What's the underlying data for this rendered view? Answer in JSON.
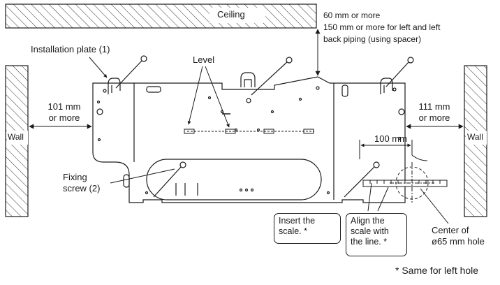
{
  "labels": {
    "ceiling": "Ceiling",
    "ceiling_clearance_1": "60 mm or more",
    "ceiling_clearance_2": "150 mm or more for left and left",
    "ceiling_clearance_3": "back piping (using spacer)",
    "installation_plate": "Installation plate (1)",
    "level": "Level",
    "left_clearance_1": "101 mm",
    "left_clearance_2": "or more",
    "right_clearance_1": "111 mm",
    "right_clearance_2": "or more",
    "wall_left": "Wall",
    "wall_right": "Wall",
    "dim_100": "100 mm",
    "fixing_screw_1": "Fixing",
    "fixing_screw_2": "screw (2)",
    "insert_scale_1": "Insert the",
    "insert_scale_2": "scale. *",
    "align_scale_1": "Align the",
    "align_scale_2": "scale with",
    "align_scale_3": "the line. *",
    "center_hole_1": "Center of",
    "center_hole_2": "ø65 mm hole",
    "footnote": "* Same for left hole"
  }
}
